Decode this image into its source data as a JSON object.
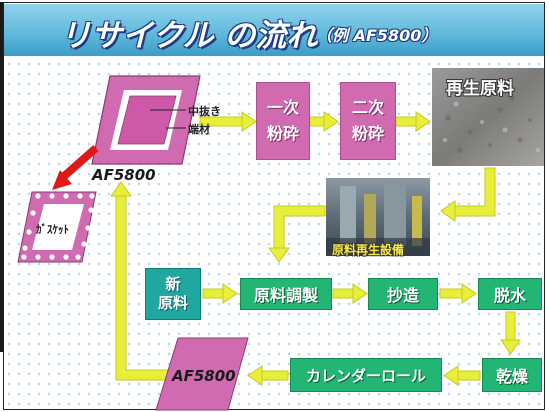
{
  "title": {
    "main": "リサイクル の流れ",
    "sub": "（例 AF5800）"
  },
  "sheet": {
    "label_inner": "中抜き",
    "label_edge": "端材",
    "product": "AF5800"
  },
  "gasket": {
    "label": "ｶﾞｽｹｯﾄ"
  },
  "steps": {
    "primary_crush_line1": "一次",
    "primary_crush_line2": "粉砕",
    "secondary_crush_line1": "二次",
    "secondary_crush_line2": "粉砕",
    "recycled_material": "再生原料",
    "recycle_facility": "原料再生設備",
    "new_material_line1": "新",
    "new_material_line2": "原料",
    "blending": "原料調製",
    "papermaking": "抄造",
    "dewatering": "脱水",
    "drying": "乾燥",
    "calender_roll": "カレンダーロール",
    "output_product": "AF5800"
  },
  "colors": {
    "arrow": "#e8ef3a",
    "arrow_edge": "#c7c91d",
    "red_arrow": "#e01818",
    "pink": "#d16bb1",
    "green": "#22b573",
    "title_blue": "#5fb7d9"
  }
}
